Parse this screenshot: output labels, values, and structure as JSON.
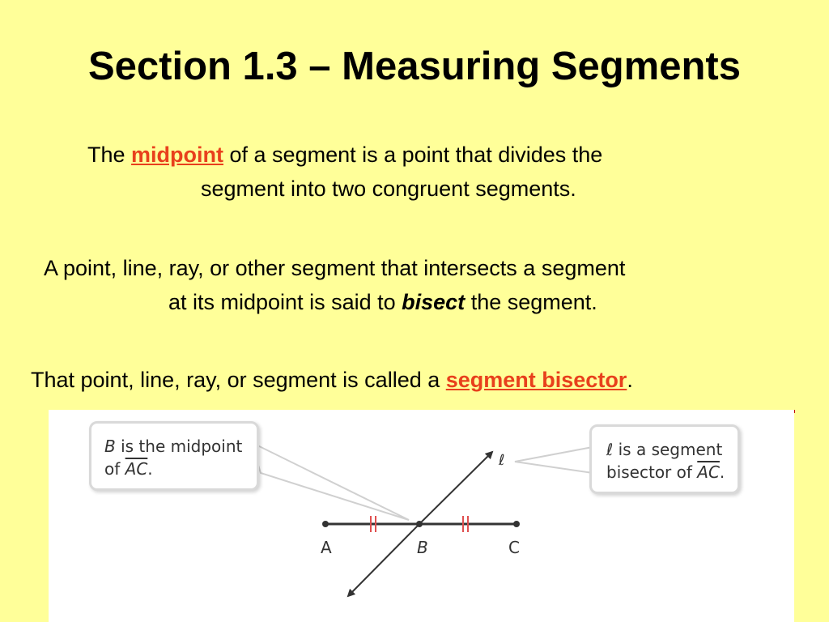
{
  "title": "Section 1.3 – Measuring Segments",
  "paragraph1": {
    "line1_pre": "The ",
    "term": "midpoint",
    "line1_post": " of a segment is a point that divides the",
    "line2": "segment into two congruent segments."
  },
  "paragraph2": {
    "line1": "A point, line, ray, or other segment that intersects a segment",
    "line2_pre": "at its midpoint is said to ",
    "term": "bisect",
    "line2_post": " the segment."
  },
  "paragraph3": {
    "pre": "That point, line, ray, or segment is called a ",
    "term": "segment bisector",
    "post": "."
  },
  "figure": {
    "callout_left": {
      "var": "B",
      "line1_rest": " is the midpoint",
      "line2_pre": "of ",
      "segment": "AC",
      "line2_post": "."
    },
    "callout_right": {
      "var": "ℓ",
      "line1_rest": " is a segment",
      "line2_pre": "bisector of ",
      "segment": "AC",
      "line2_post": "."
    },
    "labels": {
      "a": "A",
      "b": "B",
      "c": "C",
      "line": "ℓ"
    }
  },
  "colors": {
    "background": "#ffff99",
    "highlight": "#e8401c",
    "tick_marks": "#e05050"
  }
}
